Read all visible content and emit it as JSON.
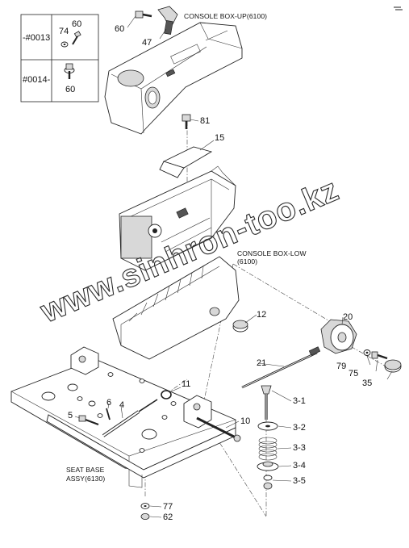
{
  "watermark": "www.sinhron-too.kz",
  "captions": {
    "console_up": "CONSOLE BOX-UP(6100)",
    "console_low": "CONSOLE BOX-LOW",
    "console_low_num": "(6100)",
    "seat_base_1": "SEAT BASE",
    "seat_base_2": "ASSY(6130)"
  },
  "inset_table": {
    "rows": [
      {
        "serial": "-#0013",
        "parts": [
          "74",
          "60"
        ]
      },
      {
        "serial": "#0014-",
        "parts": [
          "60"
        ]
      }
    ]
  },
  "callouts": [
    "60",
    "47",
    "81",
    "15",
    "12",
    "20",
    "21",
    "79",
    "75",
    "35",
    "11",
    "6",
    "4",
    "5",
    "10",
    "3-1",
    "3-2",
    "3-3",
    "3-4",
    "3-5",
    "77",
    "62"
  ]
}
